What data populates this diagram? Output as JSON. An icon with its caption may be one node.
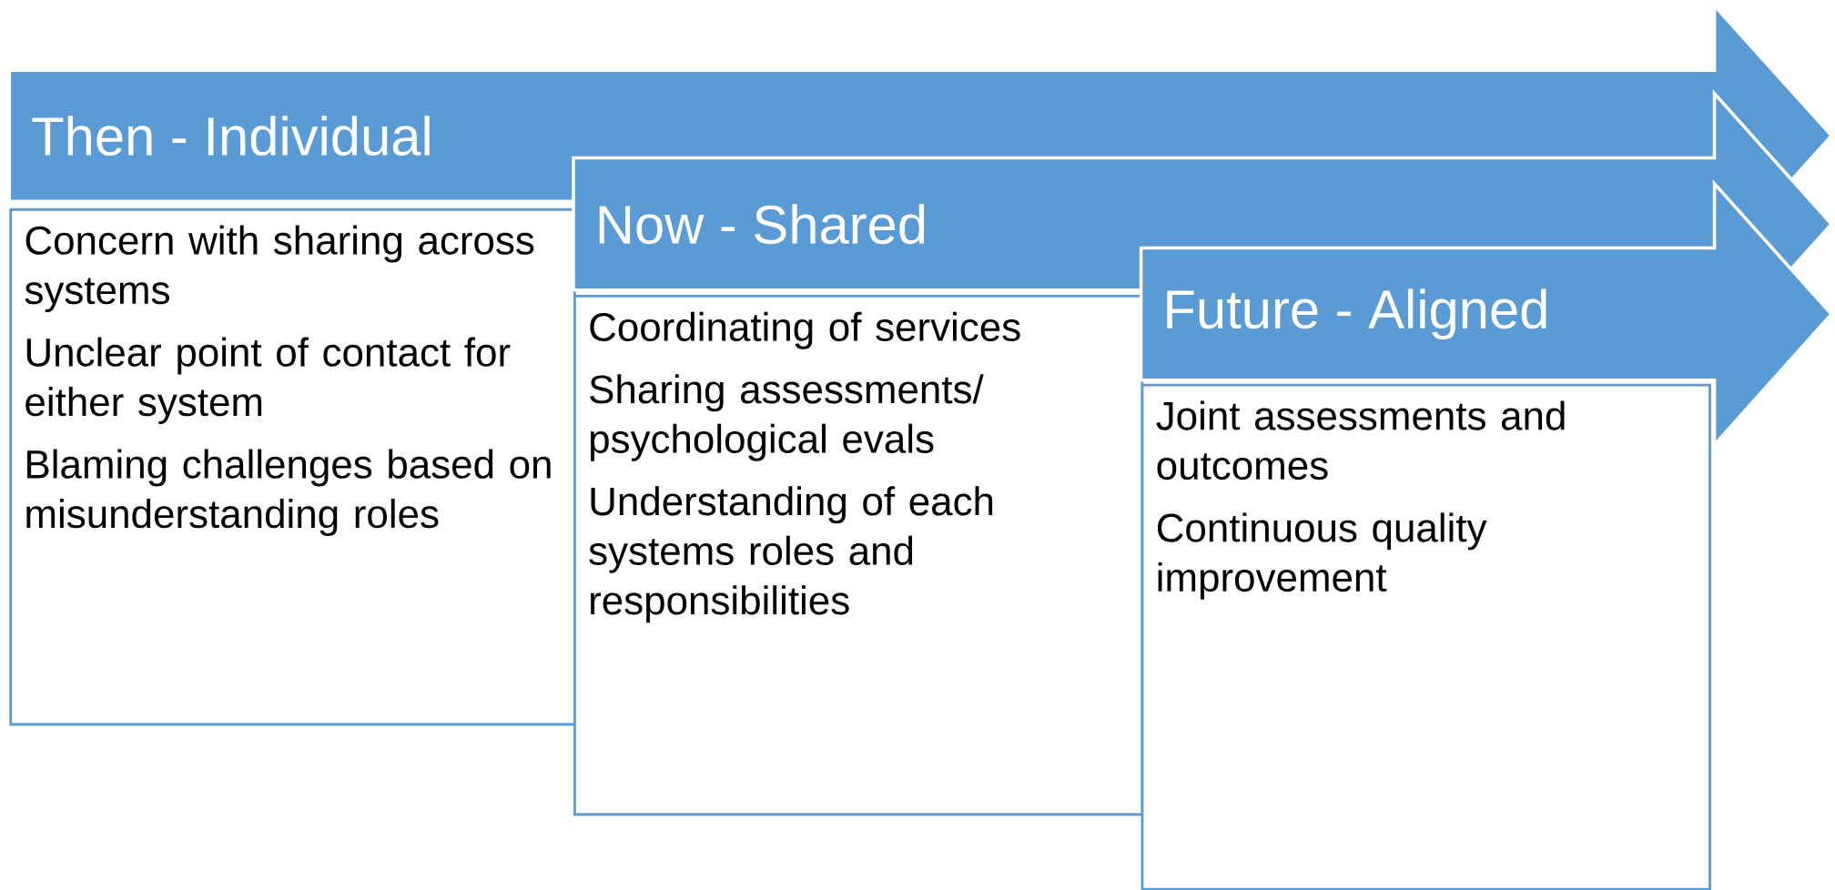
{
  "diagram": {
    "nodes": [
      {
        "text": [
          "Then - Individual"
        ]
      },
      {
        "text": [
          "Concern with sharing across systems",
          "Unclear point of contact for either system",
          "Blaming challenges based on misunderstanding roles"
        ]
      },
      {
        "text": [
          "Now - Shared"
        ]
      },
      {
        "text": [
          "Coordinating of services",
          "Sharing assessments/ psychological evals",
          "Understanding of each systems roles and responsibilities"
        ]
      },
      {
        "text": [
          "Future - Aligned"
        ]
      },
      {
        "text": [
          "Joint assessments and outcomes",
          "Continuous quality improvement"
        ]
      }
    ]
  }
}
